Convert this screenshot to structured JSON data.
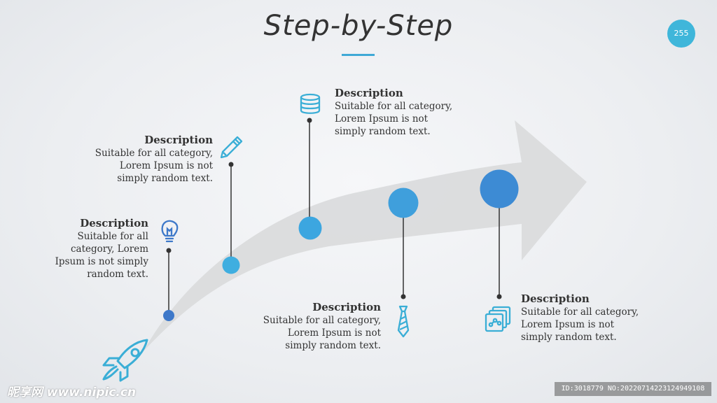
{
  "title": "Step-by-Step",
  "page_number": "255",
  "steps": [
    {
      "icon": "lightbulb-icon",
      "heading": "Description",
      "text": "Suitable for all category, Lorem Ipsum is not simply random text.",
      "lines": [
        "Suitable for all",
        "category, Lorem",
        "Ipsum is not simply",
        "random text."
      ]
    },
    {
      "icon": "pencil-icon",
      "heading": "Description",
      "text": "Suitable for all category, Lorem Ipsum is not simply random text.",
      "lines": [
        "Suitable for all category,",
        "Lorem Ipsum is not",
        "simply random text."
      ]
    },
    {
      "icon": "database-icon",
      "heading": "Description",
      "text": "Suitable for all category, Lorem Ipsum is not simply random text.",
      "lines": [
        "Suitable for all category,",
        "Lorem Ipsum is not",
        "simply random text."
      ]
    },
    {
      "icon": "tie-icon",
      "heading": "Description",
      "text": "Suitable for all category, Lorem Ipsum is not simply random text.",
      "lines": [
        "Suitable for all category,",
        "Lorem Ipsum is not",
        "simply random text."
      ]
    },
    {
      "icon": "presentation-chart-icon",
      "heading": "Description",
      "text": "Suitable for all category, Lorem Ipsum is not simply random text.",
      "lines": [
        "Suitable for all category,",
        "Lorem Ipsum is not",
        "simply random text."
      ]
    }
  ],
  "start_icon": "rocket-icon",
  "watermark_left": "昵享网 www.nipic.cn",
  "watermark_right": "ID:3018779 NO:20220714223124949108",
  "colors": {
    "accent": "#3fa9d6",
    "dark_dot": "#3d78c9",
    "arrow": "#d9dadc",
    "text": "#333333"
  }
}
